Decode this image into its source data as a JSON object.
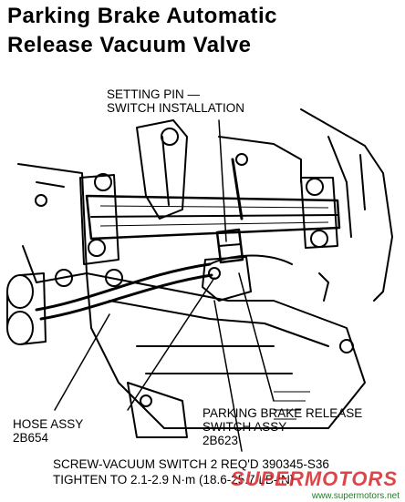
{
  "title": {
    "line1": "Parking Brake Automatic",
    "line2": "Release Vacuum Valve"
  },
  "callouts": {
    "setting_pin": [
      "SETTING PIN —",
      "SWITCH INSTALLATION"
    ],
    "hose_assy": [
      "HOSE ASSY",
      "2B654"
    ],
    "release_switch": [
      "PARKING BRAKE RELEASE",
      "SWITCH ASSY",
      "2B623"
    ],
    "screw_line1": "SCREW-VACUUM SWITCH   2 REQ'D   390345-S36",
    "screw_line2": "TIGHTEN TO  2.1-2.9 N·m  (18.6-25.7 LB-IN)"
  },
  "watermark": {
    "brand": "SUPERMOTORS",
    "url": "www.supermotors.net"
  },
  "colors": {
    "ink": "#000000",
    "paper": "#ffffff",
    "watermark_red": "#d8262a",
    "watermark_green": "#2a7a2a"
  }
}
